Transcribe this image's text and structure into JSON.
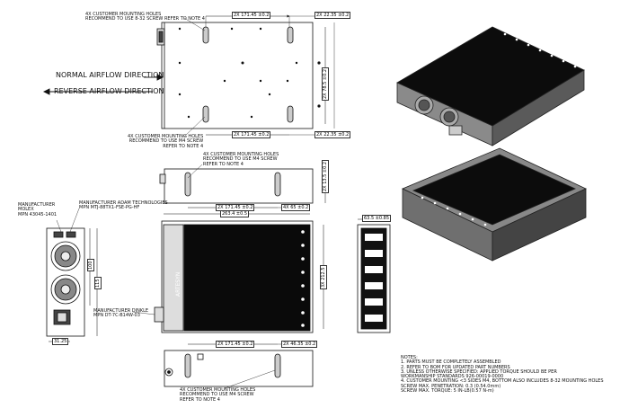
{
  "callouts": {
    "top_mount": [
      "4X CUSTOMER MOUNTING HOLES",
      "RECOMMEND TO USE 8-32 SCREW  REFER TO NOTE 4"
    ],
    "top_mount_m4": [
      "4X CUSTOMER MOUNTING HOLES",
      "RECOMMEND TO USE M4 SCREW",
      "REFER TO NOTE 4"
    ],
    "side_mount": [
      "4X CUSTOMER MOUNTING HOLES",
      "RECOMMEND TO USE M4 SCREW",
      "REFER TO NOTE 4"
    ],
    "bottom_mount": [
      "4X CUSTOMER MOUNTING HOLES",
      "RECOMMEND TO USE M4 SCREW",
      "REFER TO NOTE 4"
    ],
    "molex": [
      "MANUFACTURER",
      "MOLEX",
      "MPN 43045-1401"
    ],
    "adam": [
      "MANUFACTURER ADAM TECHNOLOGIES",
      "MPN MTJ-88TX1-FSE-PG-HF"
    ],
    "dinkle": [
      "MANUFACTURER DINKLE",
      "MPN DT-7C-B14W-03"
    ]
  },
  "airflow": {
    "normal": "NORMAL AIRFLOW DIRECTION",
    "reverse": "REVERSE AIRFLOW DIRECTION"
  },
  "dimensions": {
    "top_width": "2X 171.45 ±0.2",
    "top_right": "2X 22.35 ±0.2",
    "top_bottom": "2X 171.45 ±0.2",
    "top_bottom_right": "2X 22.35 ±0.2",
    "side_width": "2X 171.45 ±0.2",
    "side_right": "4X 65 ±0.2",
    "main_width": "263.4 ±0.5",
    "bottom_width": "2X 171.45 ±0.2",
    "bottom_right": "2X 46.35 ±0.2",
    "end_width": "63.5 ±0.85",
    "v_top": "2X 78.5 ±0.2",
    "v_top2": "2X 13.5 ±0.2",
    "v_main": "3X 212.5",
    "v_left1": "100",
    "v_left2": "115",
    "v_left_bottom": "31.25"
  },
  "brand": "ARTESYN",
  "notes": {
    "heading": "NOTES:",
    "lines": [
      "1. PARTS MUST BE COMPLETELY ASSEMBLED",
      "2. REFER TO BOM FOR UPDATED PART NUMBERS",
      "3. UNLESS OTHERWISE SPECIFIED: APPLIED TORQUE SHOULD BE PER",
      "    WORKMANSHIP STANDARDS 926-00019-0000",
      "4. CUSTOMER MOUNTING <3 SIDES M4, BOTTOM ALSO INCLUDES 8-32 MOUNTING HOLES",
      "    SCREW MAX. PENETRATION: 0.3 (0.54.0mm)",
      "    SCREW MAX. TORQUE: 5 IN-LB(0.57 N-m)"
    ]
  }
}
